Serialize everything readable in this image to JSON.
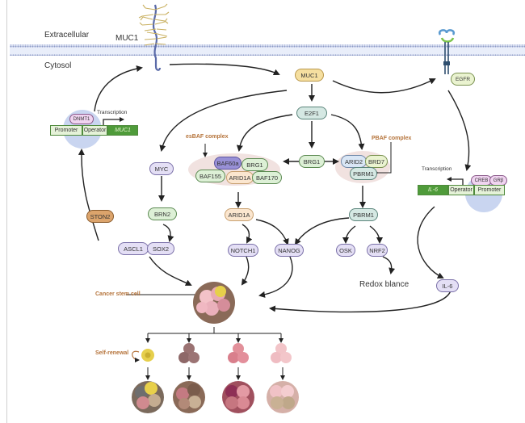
{
  "compartments": {
    "extracellular": "Extracellular",
    "cytosol": "Cytosol"
  },
  "membrane_proteins": {
    "muc1_label": "MUC1",
    "egfr_label": "EGFR"
  },
  "nodes": {
    "muc1": "MUC1",
    "e2f1": "E2F1",
    "myc": "MYC",
    "brn2": "BRN2",
    "ascl1": "ASCL1",
    "sox2": "SOX2",
    "ston2": "STON2",
    "brg1_center": "BRG1",
    "arid1a": "ARID1A",
    "notch1": "NOTCH1",
    "nanog": "NANOG",
    "pbrm1": "PBRM1",
    "osk": "OSK",
    "nrf2": "NRF2",
    "il6": "IL-6",
    "dnmt1": "DNMT1",
    "creb": "CREB",
    "grb": "GRβ"
  },
  "esbaf_complex": {
    "label": "esBAF complex",
    "subunits": [
      "BAF60a",
      "BRG1",
      "BAF155",
      "ARID1A",
      "BAF170"
    ]
  },
  "pbaf_complex": {
    "label": "PBAF complex",
    "subunits": [
      "ARID2",
      "BRD7",
      "PBRM1"
    ]
  },
  "muc1_gene": {
    "transcription_label": "Transcription",
    "segments": [
      "Promoter",
      "Operator",
      "MUC1"
    ]
  },
  "il6_gene": {
    "transcription_label": "Transcription",
    "segments": [
      "IL-6",
      "Operator",
      "Promoter"
    ]
  },
  "outcomes": {
    "redox": "Redox blance",
    "cancer_stem_cell": "Cancer stem cell",
    "self_renewal": "Self-renewal"
  },
  "colors": {
    "annotation_orange": "#b5733a",
    "membrane": "#b8c6e6",
    "arrow": "#222222"
  }
}
